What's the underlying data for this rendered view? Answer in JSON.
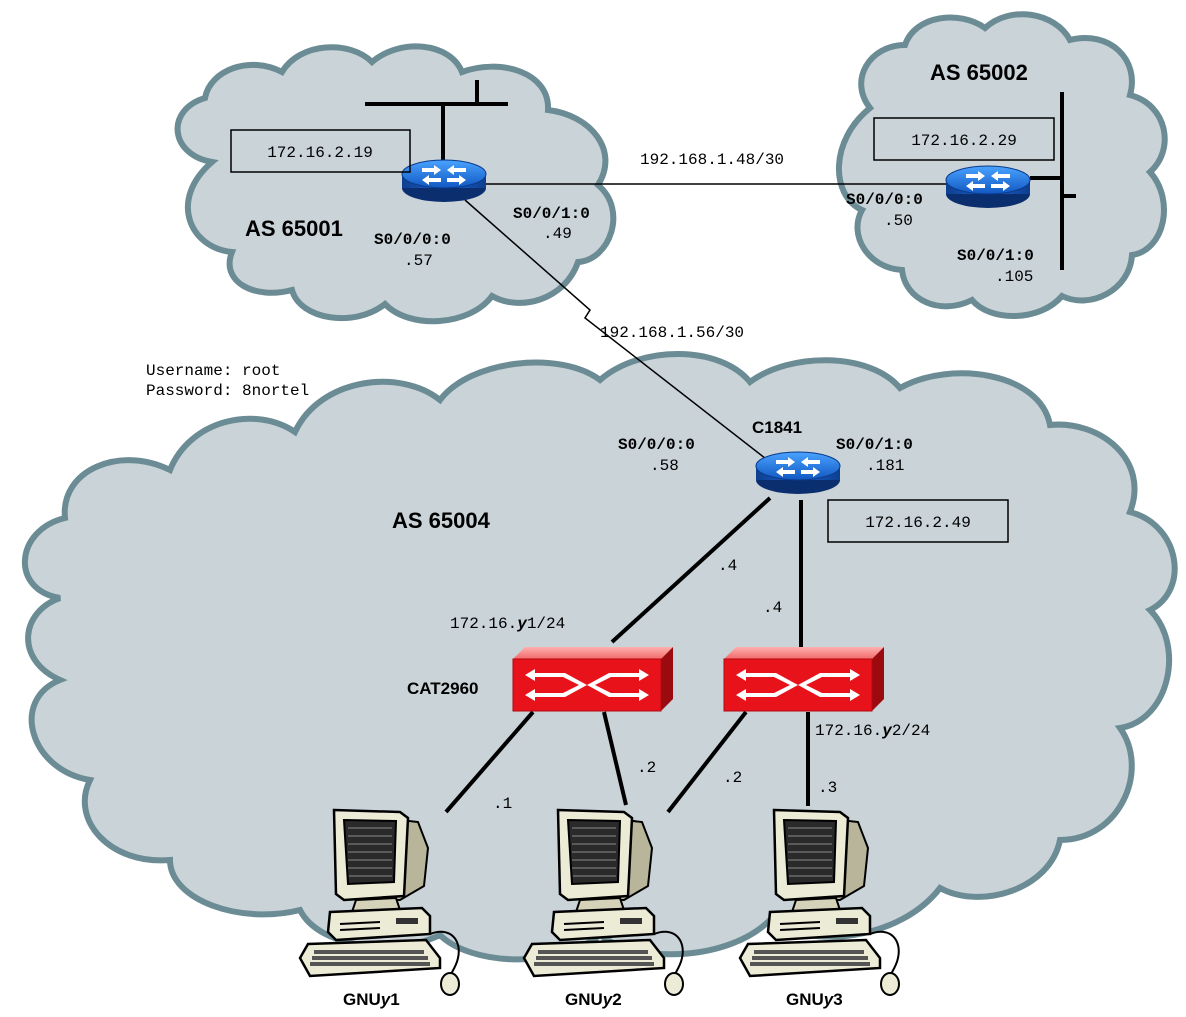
{
  "clouds": {
    "as1": "AS 65001",
    "as2": "AS 65002",
    "as4": "AS 65004"
  },
  "boxes": {
    "r1_id": "172.16.2.19",
    "r2_id": "172.16.2.29",
    "r4_id": "172.16.2.49"
  },
  "links": {
    "net_r1_r2": "192.168.1.48/30",
    "net_r1_r4": "192.168.1.56/30"
  },
  "interfaces": {
    "r1_s010": "S0/0/1:0",
    "r1_s010_ip": ".49",
    "r1_s000": "S0/0/0:0",
    "r1_s000_ip": ".57",
    "r2_s000": "S0/0/0:0",
    "r2_s000_ip": ".50",
    "r2_s010": "S0/0/1:0",
    "r2_s010_ip": ".105",
    "r4_s000": "S0/0/0:0",
    "r4_s000_ip": ".58",
    "r4_s010": "S0/0/1:0",
    "r4_s010_ip": ".181"
  },
  "credentials": {
    "username": "Username: root",
    "password": "Password: 8nortel"
  },
  "devices": {
    "router_c1841": "C1841",
    "switch_cat2960": "CAT2960"
  },
  "subnets": {
    "sw1_prefix": "172.16.",
    "sw1_var": "y",
    "sw1_suffix": "1/24",
    "sw2_prefix": "172.16.",
    "sw2_var": "y",
    "sw2_suffix": "2/24"
  },
  "host_ips": {
    "r4_sw1": ".4",
    "r4_sw2": ".4",
    "pc1": ".1",
    "pc2_sw1": ".2",
    "pc2_sw2": ".2",
    "pc3": ".3"
  },
  "pcs": [
    {
      "prefix": "GNU",
      "var": "y",
      "suffix": "1"
    },
    {
      "prefix": "GNU",
      "var": "y",
      "suffix": "2"
    },
    {
      "prefix": "GNU",
      "var": "y",
      "suffix": "3"
    }
  ],
  "colors": {
    "cloud_fill": "#c9d3d8",
    "cloud_edge": "#6b8c94",
    "router_blue": "#1a6fd6",
    "switch_red": "#e8121a",
    "switch_shadow": "#9b0a0e"
  }
}
